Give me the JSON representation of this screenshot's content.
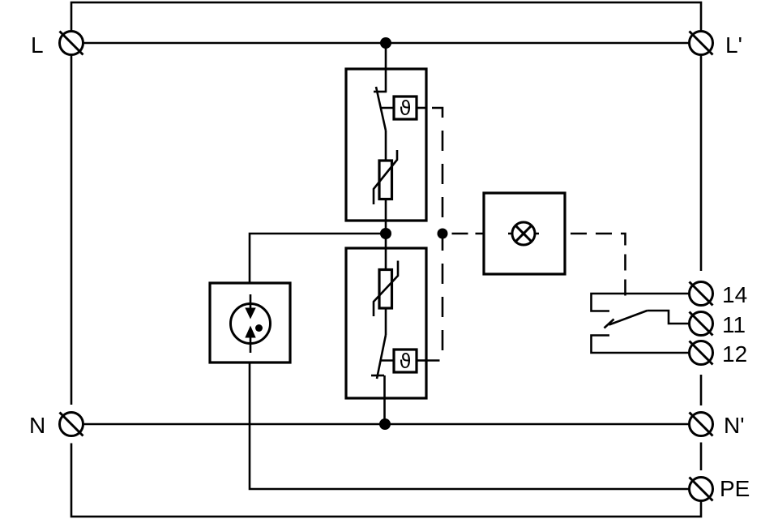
{
  "title": "surge-protection-device-circuit-diagram",
  "colors": {
    "line": "#000000",
    "background": "#ffffff"
  },
  "terminals": {
    "L": "L",
    "L_out": "L'",
    "N": "N",
    "N_out": "N'",
    "PE": "PE",
    "no": "14",
    "com": "11",
    "nc": "12"
  },
  "thermal": {
    "label": "ϑ"
  },
  "components": {
    "upper_module": "varistor-with-thermal-disconnector",
    "lower_module": "varistor-with-thermal-disconnector",
    "gas_discharge_tube": "gas-discharge-tube",
    "indicator_lamp": "indicator-lamp",
    "remote_contact": "changeover-contact"
  }
}
